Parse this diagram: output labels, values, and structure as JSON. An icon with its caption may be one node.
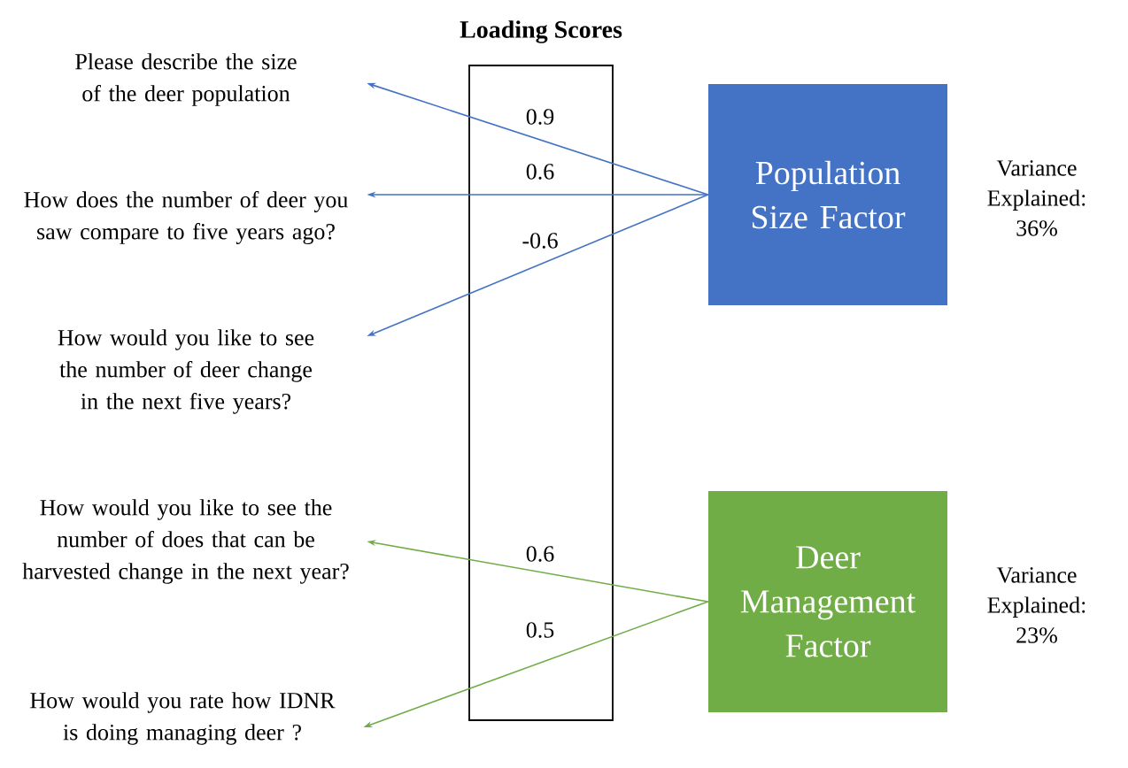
{
  "diagram": {
    "nodes": [
      {
        "text": [
          "Please describe the size of the deer population"
        ]
      },
      {
        "text": [
          "How does the number of deer you saw compare to five years ago?"
        ]
      },
      {
        "text": [
          "How would you like to see the number of deer change in the next five years?"
        ]
      },
      {
        "text": [
          "How would you like to see the number of does that can be harvested change in the next year?"
        ]
      },
      {
        "text": [
          "How would you rate how IDNR is doing managing deer ?"
        ]
      },
      {
        "text": [
          "Population Size Factor"
        ],
        "beside": [
          "Variance Explained: 36%"
        ]
      },
      {
        "text": [
          "Deer Management Factor"
        ],
        "beside": [
          "Variance Explained: 23%"
        ]
      }
    ],
    "edges": [
      {
        "from": 5,
        "to": 0,
        "arrow": "to",
        "label": "0.9"
      },
      {
        "from": 5,
        "to": 1,
        "arrow": "to",
        "label": "0.6"
      },
      {
        "from": 5,
        "to": 2,
        "arrow": "to",
        "label": "-0.6"
      },
      {
        "from": 6,
        "to": 3,
        "arrow": "to",
        "label": "0.6",
        "color": "#70ad47"
      },
      {
        "from": 6,
        "to": 4,
        "arrow": "to",
        "label": "0.5",
        "color": "#70ad47"
      }
    ],
    "labels": [
      "Loading Scores"
    ]
  }
}
